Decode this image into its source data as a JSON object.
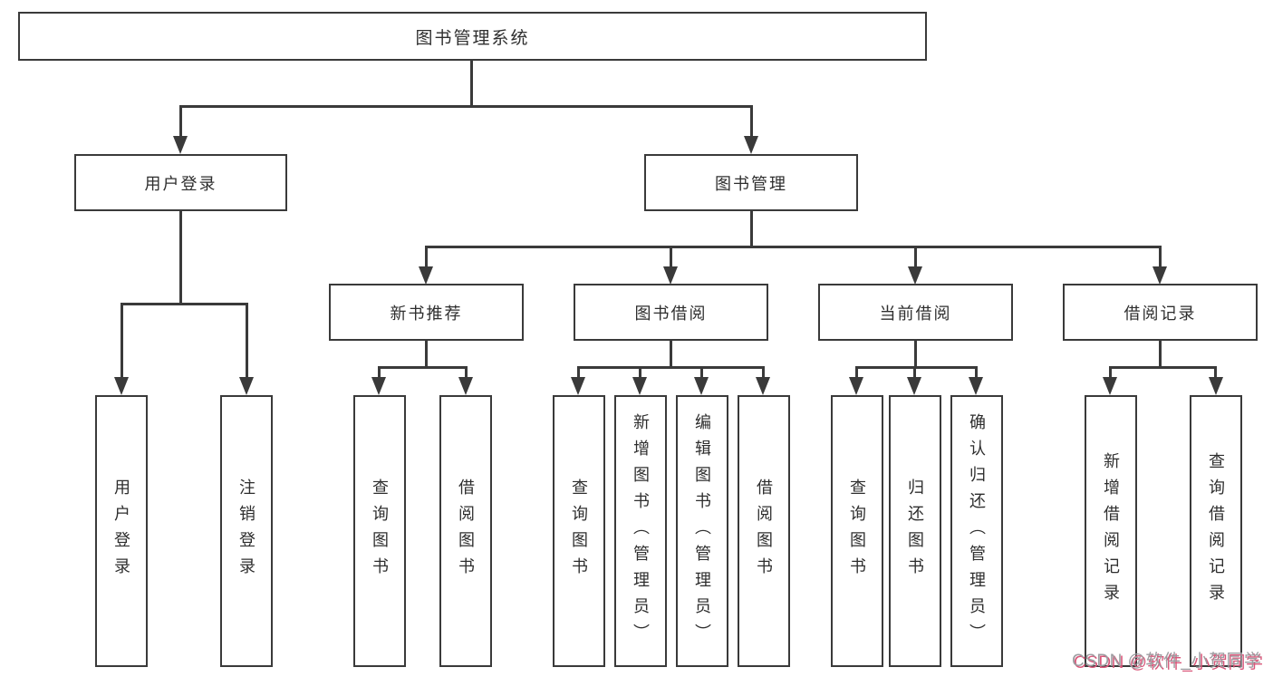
{
  "diagram": {
    "tree": {
      "root": {
        "label": "图书管理系统"
      },
      "children": [
        {
          "label": "用户登录",
          "children": [
            {
              "label": "用户登录"
            },
            {
              "label": "注销登录"
            }
          ]
        },
        {
          "label": "图书管理",
          "children": [
            {
              "label": "新书推荐",
              "children": [
                {
                  "label": "查询图书"
                },
                {
                  "label": "借阅图书"
                }
              ]
            },
            {
              "label": "图书借阅",
              "children": [
                {
                  "label": "查询图书"
                },
                {
                  "label": "新增图书（管理员）"
                },
                {
                  "label": "编辑图书（管理员）"
                },
                {
                  "label": "借阅图书"
                }
              ]
            },
            {
              "label": "当前借阅",
              "children": [
                {
                  "label": "查询图书"
                },
                {
                  "label": "归还图书"
                },
                {
                  "label": "确认归还（管理员）"
                }
              ]
            },
            {
              "label": "借阅记录",
              "children": [
                {
                  "label": "新增借阅记录"
                },
                {
                  "label": "查询借阅记录"
                }
              ]
            }
          ]
        }
      ]
    }
  },
  "watermark": {
    "text": "CSDN @软件_小贺同学"
  },
  "colors": {
    "line": "#3a3a3a",
    "text": "#2e2e2e",
    "background": "#ffffff",
    "box_fill": "#ffffff",
    "watermark_gray": "#9d9da1",
    "watermark_red": "#d9577a"
  }
}
